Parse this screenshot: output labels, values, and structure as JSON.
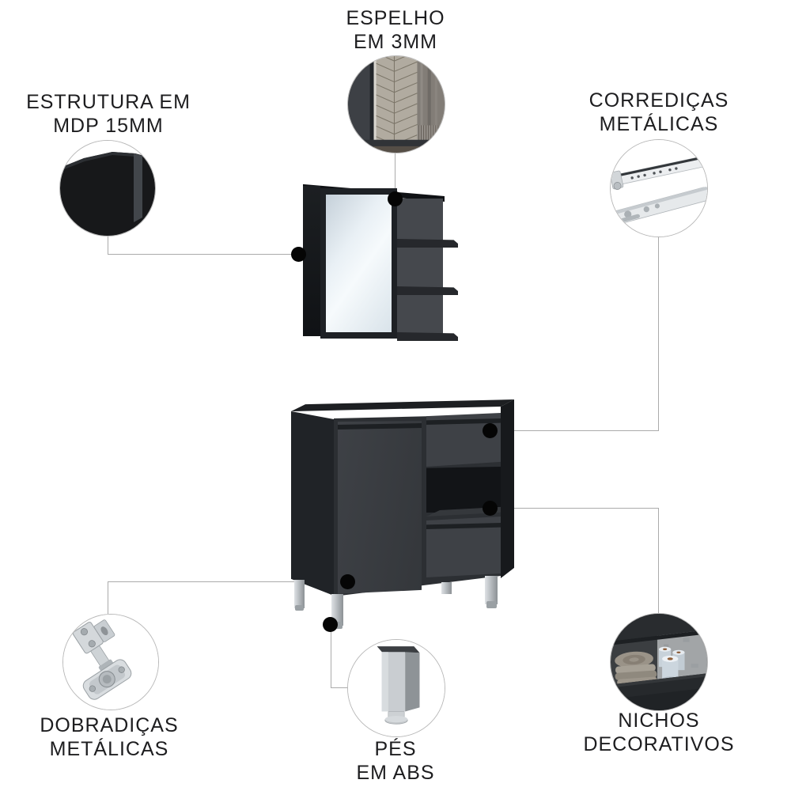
{
  "callouts": {
    "espelho": {
      "line1": "ESPELHO",
      "line2": "EM 3MM"
    },
    "estrutura": {
      "line1": "ESTRUTURA EM",
      "line2": "MDP 15MM"
    },
    "corredicas": {
      "line1": "CORREDIÇAS",
      "line2": "METÁLICAS"
    },
    "dobradicas": {
      "line1": "DOBRADIÇAS",
      "line2": "METÁLICAS"
    },
    "pes": {
      "line1": "PÉS",
      "line2": "EM ABS"
    },
    "nichos": {
      "line1": "NICHOS",
      "line2": "DECORATIVOS"
    }
  },
  "images": {
    "espelho": "mirror-closeup-photo",
    "estrutura": "mdp-panel-corner-photo",
    "corredicas": "metal-drawer-slides-photo",
    "dobradicas": "metal-hinge-photo",
    "pes": "abs-foot-photo",
    "nichos": "decorative-niche-photo"
  },
  "colors": {
    "background": "#ffffff",
    "text": "#1d1d1f",
    "connector_line": "#ababab",
    "connector_dot": "#050505",
    "cabinet_front": "#3e4146",
    "cabinet_side": "#202327",
    "mirror": "#e9f0f5",
    "leg_metal": "#b4b9bd"
  }
}
